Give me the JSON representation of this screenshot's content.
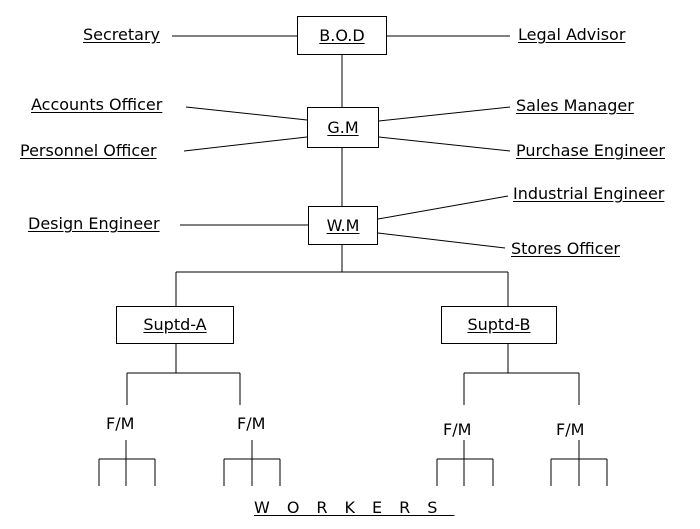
{
  "nodes": {
    "bod": "B.O.D",
    "gm": "G.M",
    "wm": "W.M",
    "suptd_a": "Suptd-A",
    "suptd_b": "Suptd-B"
  },
  "staff": {
    "secretary": "Secretary",
    "legal_advisor": "Legal Advisor",
    "accounts_officer": "Accounts Officer",
    "personnel_officer": "Personnel Officer",
    "sales_manager": "Sales Manager",
    "purchase_engineer": "Purchase Engineer",
    "design_engineer": "Design Engineer",
    "industrial_engineer": "Industrial Engineer",
    "stores_officer": "Stores Officer"
  },
  "foremen": [
    "F/M",
    "F/M",
    "F/M",
    "F/M"
  ],
  "workers_label": "WORKERS"
}
